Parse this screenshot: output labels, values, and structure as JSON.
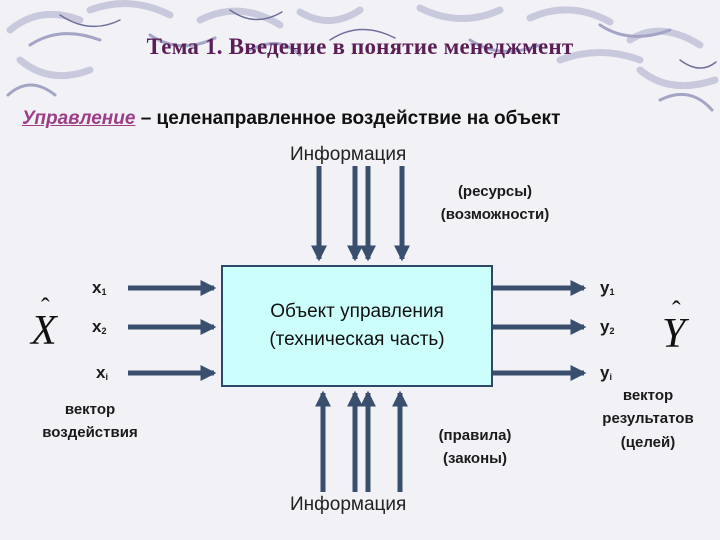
{
  "title": "Тема 1. Введение в понятие менеджмент",
  "definition": {
    "term": "Управление",
    "rest": " – целенаправленное воздействие на объект"
  },
  "info_top": "Информация",
  "info_bottom": "Информация",
  "resources_line1": "(ресурсы)",
  "resources_line2": "(возможности)",
  "rules_line1": "(правила)",
  "rules_line2": "(законы)",
  "box_line1": "Объект управления",
  "box_line2": "(техническая часть)",
  "inputs": [
    {
      "letter": "x",
      "sub": "1"
    },
    {
      "letter": "x",
      "sub": "2"
    },
    {
      "letter": "x",
      "sub": "i"
    }
  ],
  "outputs": [
    {
      "letter": "y",
      "sub": "1"
    },
    {
      "letter": "y",
      "sub": "2"
    },
    {
      "letter": "y",
      "sub": "i"
    }
  ],
  "input_symbol": "X",
  "output_symbol": "Y",
  "input_vector_line1": "вектор",
  "input_vector_line2": "воздействия",
  "output_vector_line1": "вектор",
  "output_vector_line2": "результатов",
  "output_vector_line3": "(целей)",
  "colors": {
    "arrow": "#3a4f6e",
    "box_fill": "#ccfffc",
    "title": "#5a1f56",
    "term": "#9c3e88"
  }
}
